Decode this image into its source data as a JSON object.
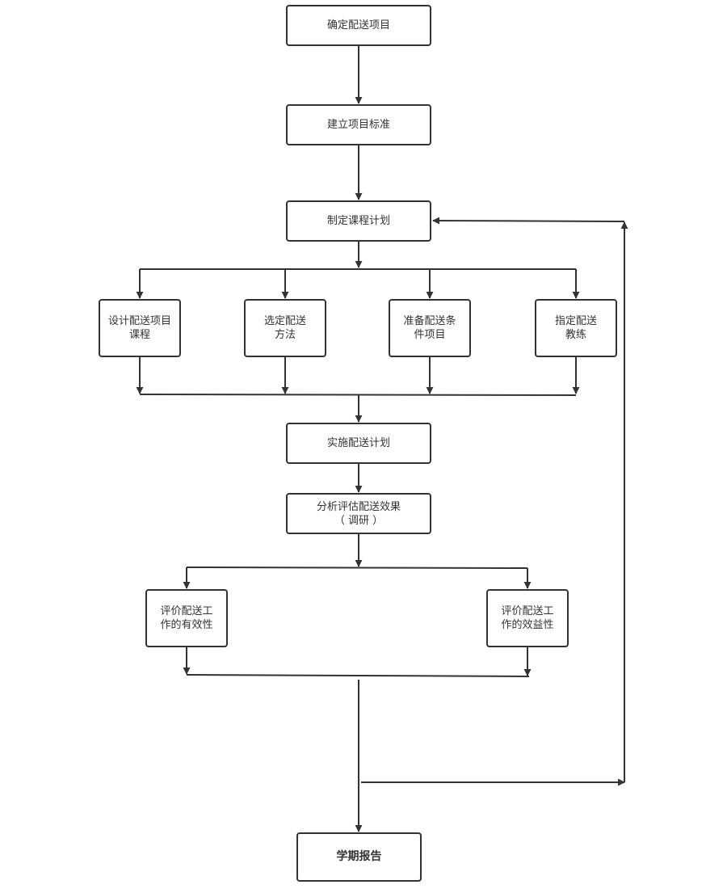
{
  "colors": {
    "line": "#333333",
    "box_border": "#333333",
    "text": "#333333",
    "background": "#ffffff"
  },
  "nodes": {
    "determine_project": {
      "lines": [
        "确定配送项目"
      ]
    },
    "establish_standard": {
      "lines": [
        "建立项目标准"
      ]
    },
    "make_plan": {
      "lines": [
        "制定课程计划"
      ]
    },
    "design_course": {
      "lines": [
        "设计配送项目",
        "课程"
      ]
    },
    "select_method": {
      "lines": [
        "选定配送",
        "方法"
      ]
    },
    "prepare_conditions": {
      "lines": [
        "准备配送条",
        "件项目"
      ]
    },
    "assign_coach": {
      "lines": [
        "指定配送",
        "教练"
      ]
    },
    "implement_plan": {
      "lines": [
        "实施配送计划"
      ]
    },
    "analyze_effect": {
      "lines": [
        "分析评估配送效果",
        "（ 调研 ）"
      ]
    },
    "evaluate_validity": {
      "lines": [
        "评价配送工",
        "作的有效性"
      ]
    },
    "evaluate_benefit": {
      "lines": [
        "评价配送工",
        "作的效益性"
      ]
    },
    "semester_report": {
      "lines": [
        "学期报告"
      ]
    }
  }
}
